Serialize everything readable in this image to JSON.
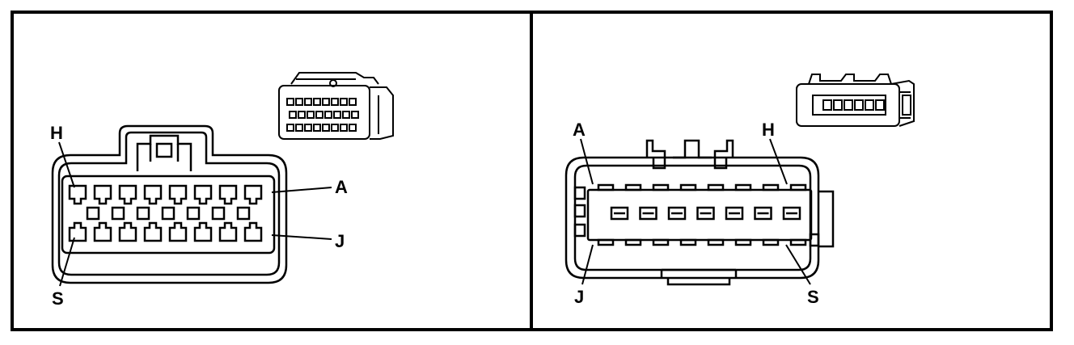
{
  "panels": [
    {
      "name": "male-connector-face",
      "callouts": {
        "top_left": "H",
        "top_right": "A",
        "bottom_right": "J",
        "bottom_left": "S"
      }
    },
    {
      "name": "female-connector-face",
      "callouts": {
        "top_left": "A",
        "top_right": "H",
        "bottom_left": "J",
        "bottom_right": "S"
      }
    }
  ]
}
